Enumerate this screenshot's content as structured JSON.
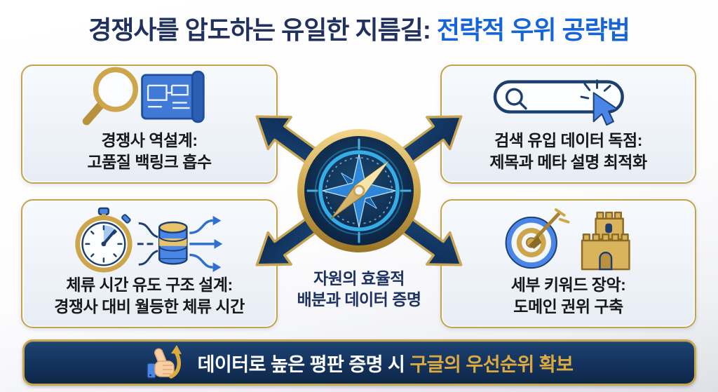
{
  "title": {
    "main": "경쟁사를 압도하는 유일한 지름길: ",
    "accent": "전략적 우위 공략법"
  },
  "boxes": {
    "top_left": {
      "icon": "magnifier-blueprint-icon",
      "line1": "경쟁사 역설계:",
      "line2": "고품질 백링크 흡수"
    },
    "top_right": {
      "icon": "search-bar-cursor-icon",
      "line1": "검색 유입 데이터 독점:",
      "line2": "제목과 메타 설명 최적화"
    },
    "bottom_left": {
      "icon": "stopwatch-dataflow-icon",
      "line1": "체류 시간 유도 구조 설계:",
      "line2": "경쟁사 대비 월등한 체류 시간"
    },
    "bottom_right": {
      "icon": "target-castle-icon",
      "line1": "세부 키워드 장악:",
      "line2": "도메인 권위 구축"
    }
  },
  "center": {
    "icon": "compass-icon",
    "caption_line1": "자원의 효율적",
    "caption_line2": "배분과 데이터 증명"
  },
  "banner": {
    "icon": "thumbs-up-arrow-icon",
    "text_white": "데이터로 높은 평판 증명 시 ",
    "text_gold": "구글의 우선순위 확보"
  },
  "colors": {
    "title_navy": "#20305f",
    "title_blue": "#1565d8",
    "box_border_gold": "#c3a253",
    "box_background": "#eef2f8",
    "arrow_navy": "#123259",
    "arrow_outline_gold": "#c8a553",
    "compass_glow_cyan": "#36b3f0",
    "banner_navy": "#153561",
    "banner_gold_text": "#dcaa3f",
    "banner_border_gold": "#c9a84c"
  }
}
